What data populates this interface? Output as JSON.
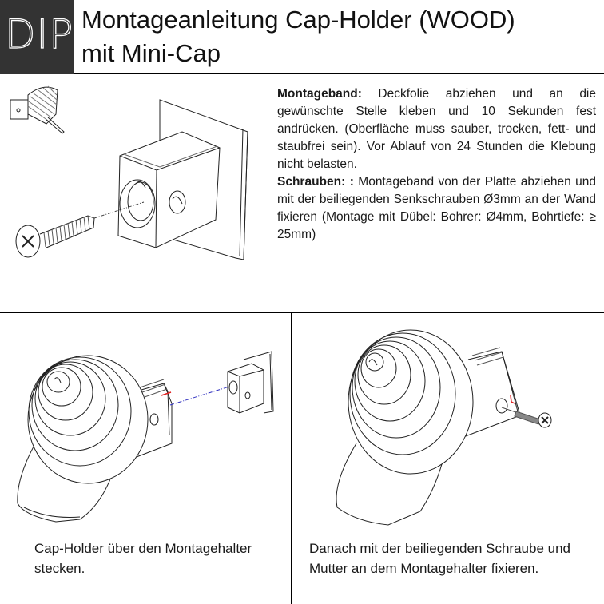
{
  "header": {
    "logo": "DIP",
    "title_line1": "Montageanleitung Cap-Holder (WOOD)",
    "title_line2": "mit Mini-Cap"
  },
  "instructions": {
    "montageband": {
      "label": "Montageband:",
      "text": " Deckfolie abziehen und an die gewünschte Stelle kleben und 10 Sekunden fest andrücken. (Oberfläche muss sauber, trocken, fett- und staubfrei sein). Vor Ablauf von 24 Stunden die Klebung nicht belasten."
    },
    "schrauben": {
      "label": "Schrauben: :",
      "text": " Montageband von der Platte abziehen und mit der beiliegenden Senkschrauben Ø3mm an der Wand fixieren (Montage mit Dübel: Bohrer: Ø4mm, Bohrtiefe: ≥ 25mm)"
    }
  },
  "steps": [
    {
      "caption": "Cap-Holder über den Montagehalter stecken."
    },
    {
      "caption": "Danach mit der beiliegenden Schraube und Mutter an dem Montagehalter fixieren."
    }
  ],
  "colors": {
    "logo_bg": "#333333",
    "line": "#000000",
    "arrow_red": "#e02020",
    "axis_blue": "#3030c0"
  }
}
